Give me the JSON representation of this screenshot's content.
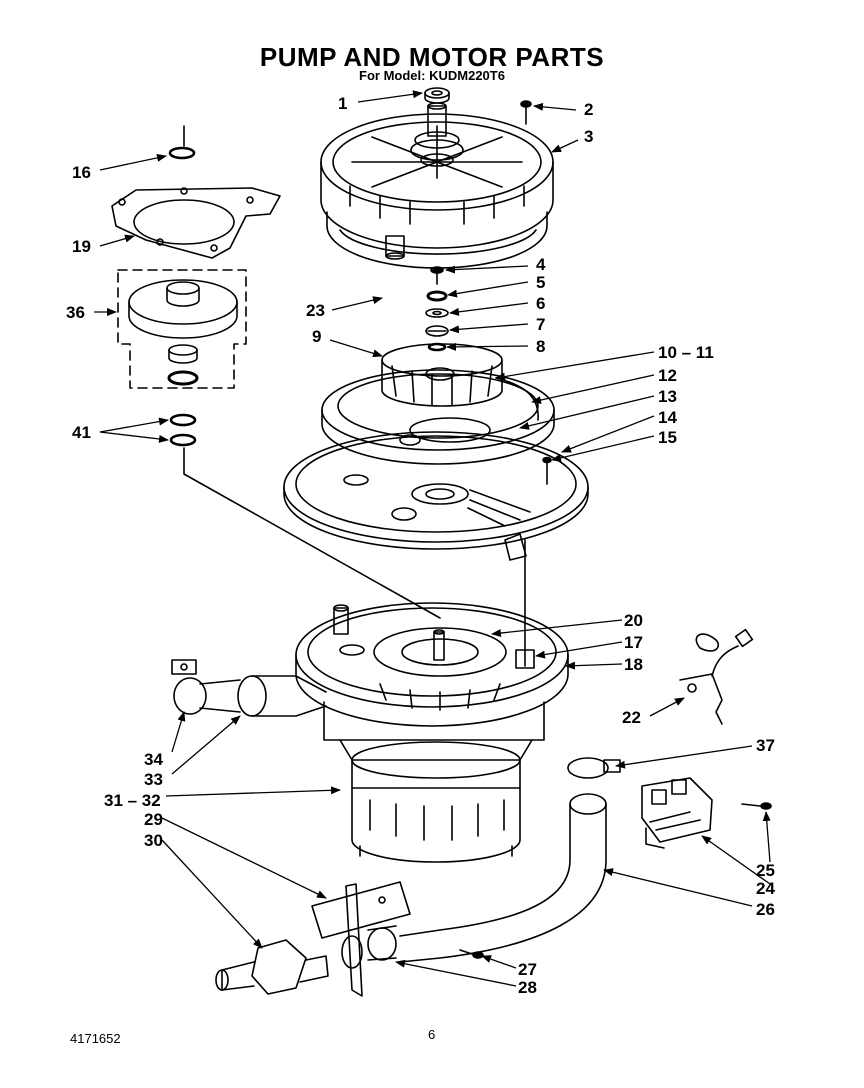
{
  "title": "PUMP AND MOTOR PARTS",
  "subtitle": "For Model: KUDM220T6",
  "doc_number": "4171652",
  "page_number": "6",
  "callouts": {
    "c1": "1",
    "c2": "2",
    "c3": "3",
    "c4": "4",
    "c5": "5",
    "c6": "6",
    "c7": "7",
    "c8": "8",
    "c9": "9",
    "c10_11": "10 – 11",
    "c12": "12",
    "c13": "13",
    "c14": "14",
    "c15": "15",
    "c16": "16",
    "c17": "17",
    "c18": "18",
    "c19": "19",
    "c20": "20",
    "c22": "22",
    "c23": "23",
    "c24": "24",
    "c25": "25",
    "c26": "26",
    "c27": "27",
    "c28": "28",
    "c29": "29",
    "c30": "30",
    "c31_32": "31 – 32",
    "c33": "33",
    "c34": "34",
    "c36": "36",
    "c37": "37",
    "c41": "41"
  }
}
